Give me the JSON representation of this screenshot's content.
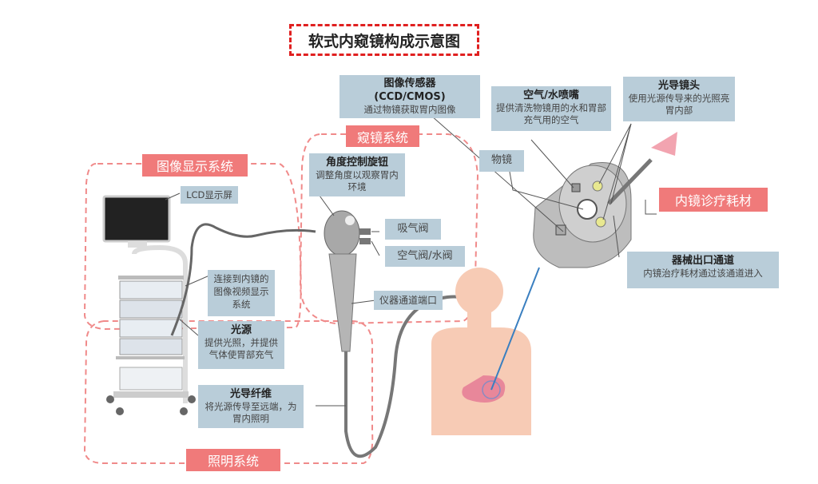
{
  "title": "软式内窥镜构成示意图",
  "systems": {
    "display": "图像显示系统",
    "scope": "窥镜系统",
    "lighting": "照明系统",
    "consumables": "内镜诊疗耗材"
  },
  "labels": {
    "image_sensor": {
      "heading": "图像传感器",
      "sub": "(CCD/CMOS)",
      "desc": "通过物镜获取胃内图像"
    },
    "air_water_nozzle": {
      "heading": "空气/水喷嘴",
      "desc": "提供清洗物镜用的水和胃部充气用的空气"
    },
    "light_guide_lens": {
      "heading": "光导镜头",
      "desc": "使用光源传导来的光照亮胃内部"
    },
    "angle_knob": {
      "heading": "角度控制旋钮",
      "desc": "调整角度以观察胃内环境"
    },
    "objective_lens": {
      "heading": "物镜"
    },
    "lcd": {
      "heading": "LCD显示屏"
    },
    "suction_valve": {
      "heading": "吸气阀"
    },
    "air_water_valve": {
      "heading": "空气阀/水阀"
    },
    "instrument_port": {
      "heading": "仪器通道端口"
    },
    "video_connect": {
      "desc": "连接到内镜的图像视频显示系统"
    },
    "light_source": {
      "heading": "光源",
      "desc": "提供光照，并提供气体使胃部充气"
    },
    "light_fiber": {
      "heading": "光导纤维",
      "desc": "将光源传导至远端，为胃内照明"
    },
    "instrument_channel": {
      "heading": "器械出口通道",
      "desc": "内镜治疗耗材通过该通道进入"
    }
  },
  "colors": {
    "label_bg": "#b9cdd9",
    "system_bg": "#f07a7a",
    "dashed_outline": "#f08a8a",
    "title_border": "#e02020",
    "body_skin": "#f7cbb5",
    "stomach": "#e8879a"
  }
}
